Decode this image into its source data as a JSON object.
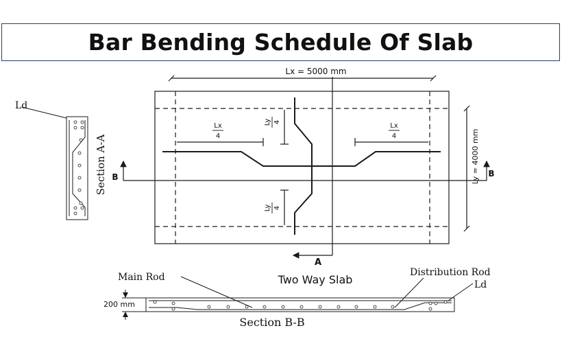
{
  "title": "Bar Bending Schedule Of Slab",
  "plan": {
    "lx_dim": "Lx = 5000 mm",
    "ly_dim": "Ly = 4000 mm",
    "frac_left": {
      "num": "Lx",
      "den": "4"
    },
    "frac_right": {
      "num": "Lx",
      "den": "4"
    },
    "frac_top": {
      "num": "Ly",
      "den": "4"
    },
    "frac_bottom": {
      "num": "Ly",
      "den": "4"
    },
    "marker_b_left": "B",
    "marker_b_right": "B",
    "marker_a": "A",
    "caption": "Two Way Slab"
  },
  "section_aa": {
    "label": "Section A-A",
    "ld": "Ld"
  },
  "section_bb": {
    "label": "Section B-B",
    "main_rod": "Main Rod",
    "distribution_rod": "Distribution Rod",
    "ld": "Ld",
    "depth": "200 mm"
  },
  "colors": {
    "line": "#1a1a1a",
    "title_border": "#2a3a6a"
  }
}
